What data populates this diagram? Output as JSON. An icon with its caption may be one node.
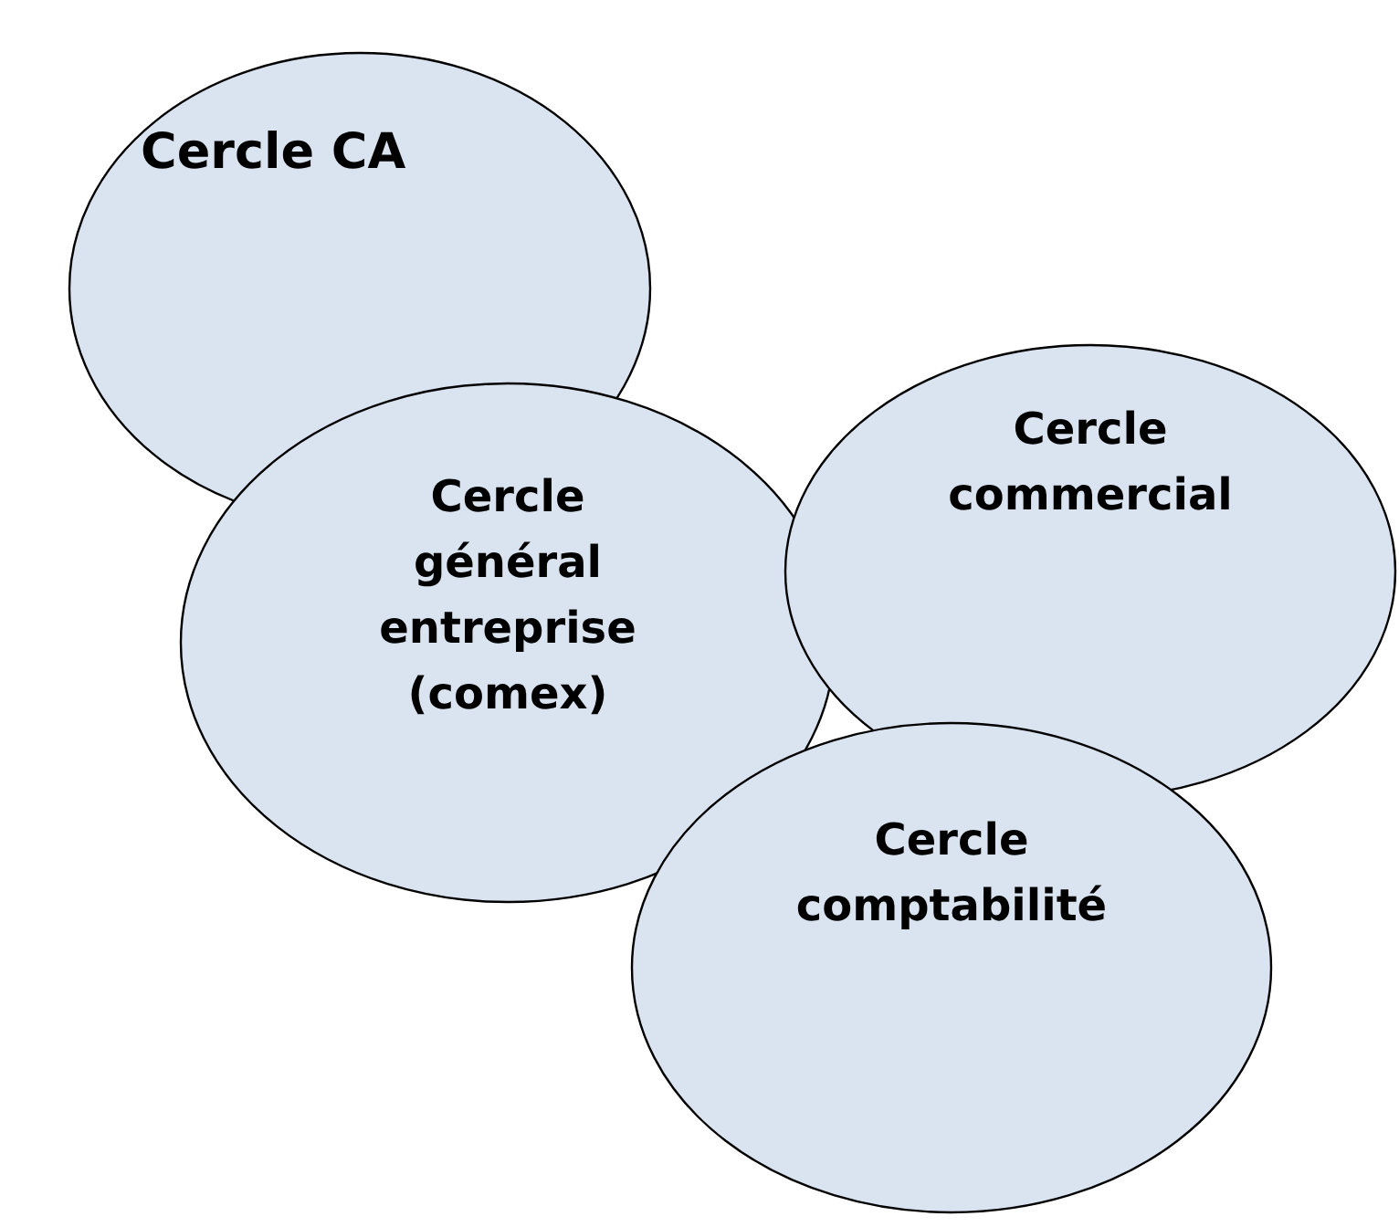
{
  "diagram": {
    "nodes": [
      {
        "text": [
          "Cercle CA"
        ]
      },
      {
        "text": [
          "Cercle général entreprise (comex)"
        ]
      },
      {
        "text": [
          "Cercle commercial"
        ]
      },
      {
        "text": [
          "Cercle comptabilité"
        ]
      }
    ]
  }
}
